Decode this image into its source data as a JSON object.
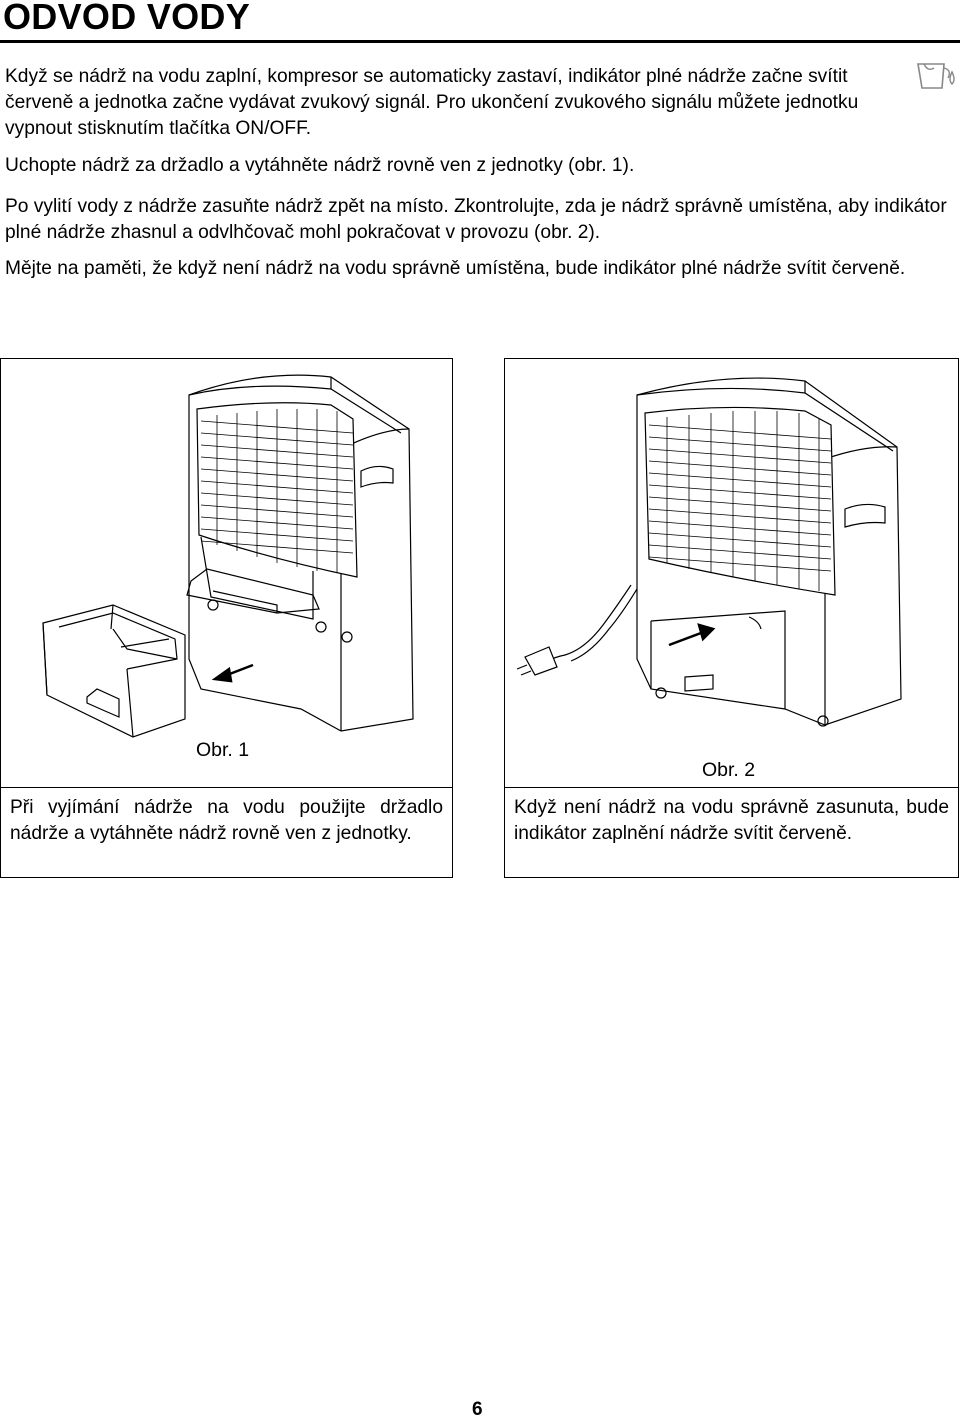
{
  "heading": "ODVOD VODY",
  "paragraphs": [
    "Když se nádrž na vodu zaplní, kompresor se automaticky zastaví, indikátor plné nádrže začne svítit červeně a jednotka začne vydávat zvukový signál. Pro ukončení zvukového signálu můžete jednotku vypnout stisknutím tlačítka ON/OFF.",
    "Uchopte nádrž za držadlo a vytáhněte nádrž rovně ven z jednotky (obr. 1).",
    "Po vylití vody z nádrže zasuňte nádrž zpět na místo. Zkontrolujte, zda je nádrž správně umístěna, aby indikátor plné nádrže zhasnul a odvlhčovač mohl pokračovat v provozu (obr. 2).",
    "Mějte na paměti, že když není nádrž na vodu správně umístěna, bude indikátor plné nádrže svítit červeně."
  ],
  "icons": {
    "tank_full": "water-tank-full-icon"
  },
  "figures": [
    {
      "label": "Obr. 1",
      "caption": "Při vyjímání nádrže na vodu použijte držadlo nádrže a vytáhněte nádrž rovně ven z jednotky."
    },
    {
      "label": "Obr. 2",
      "caption": "Když není nádrž na vodu správně zasunuta, bude indikátor zaplnění nádrže svítit červeně."
    }
  ],
  "page_number": "6"
}
